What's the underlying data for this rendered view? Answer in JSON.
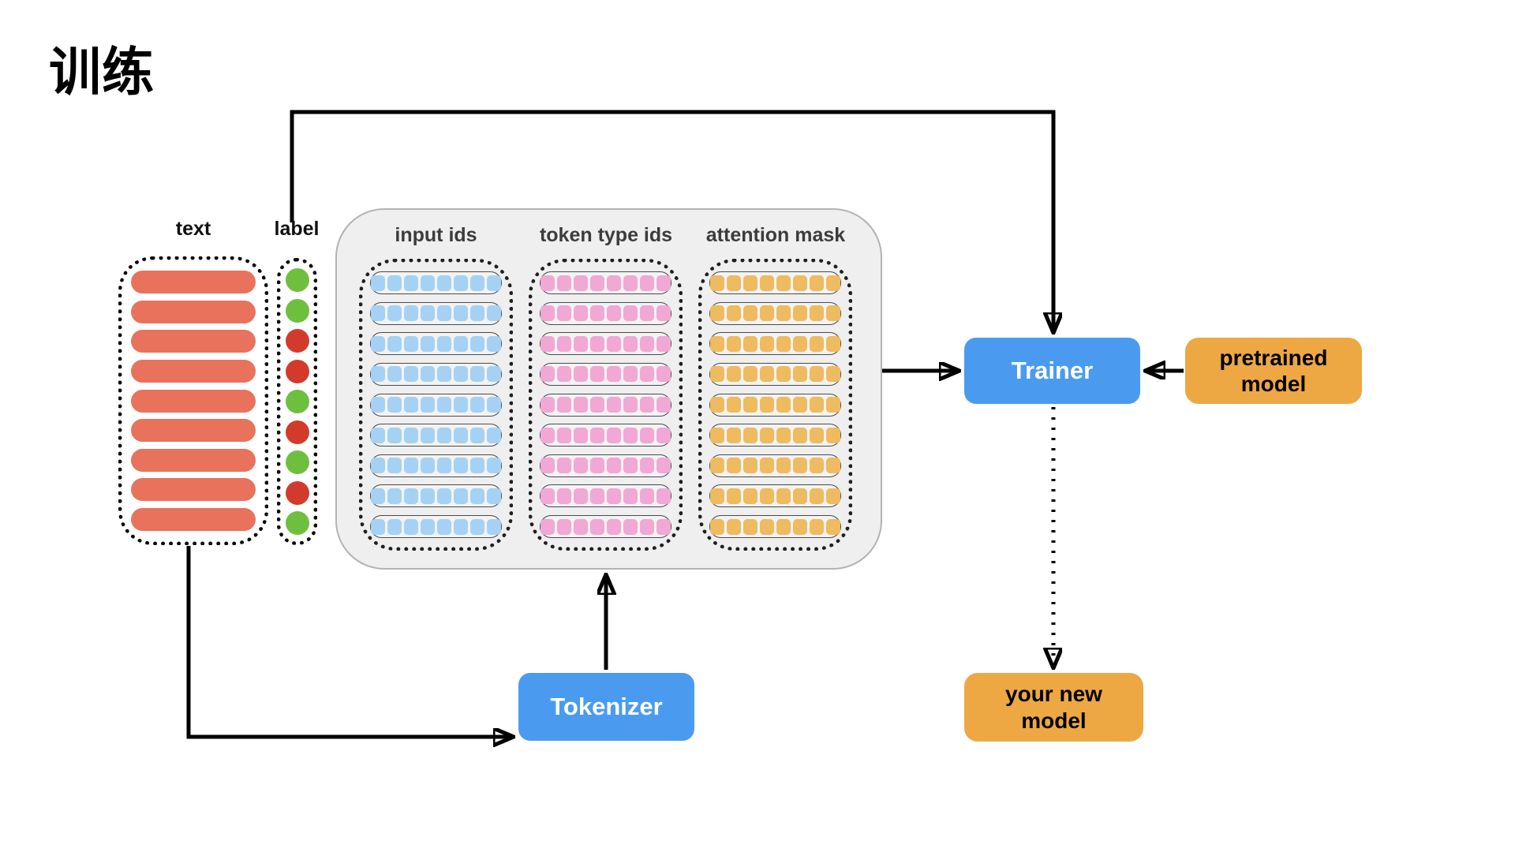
{
  "title": "训练",
  "colors": {
    "blue": "#4A9BF0",
    "amber": "#EDA843",
    "salmon": "#E8725B",
    "green": "#6FBF3F",
    "red": "#D23B2B",
    "light_blue": "#A5D2F4",
    "pink": "#F1A8D5",
    "amber_cell": "#EFBB60",
    "gray_bg": "#EFEFEF",
    "gray_border": "#B3B3B3"
  },
  "dataset": {
    "text_label": "text",
    "label_label": "label",
    "rows": 9,
    "labels": [
      "green",
      "green",
      "red",
      "red",
      "green",
      "red",
      "green",
      "red",
      "green"
    ]
  },
  "features": {
    "columns": [
      {
        "id": "input_ids",
        "label": "input ids",
        "color_key": "light_blue"
      },
      {
        "id": "token_type_ids",
        "label": "token type ids",
        "color_key": "pink"
      },
      {
        "id": "attention_mask",
        "label": "attention mask",
        "color_key": "amber_cell"
      }
    ],
    "rows": 9,
    "cells_per_row": 8
  },
  "nodes": {
    "trainer": {
      "label": "Trainer"
    },
    "tokenizer": {
      "label": "Tokenizer"
    },
    "pretrained_model": {
      "label": "pretrained\nmodel"
    },
    "your_new_model": {
      "label": "your new\nmodel"
    }
  }
}
